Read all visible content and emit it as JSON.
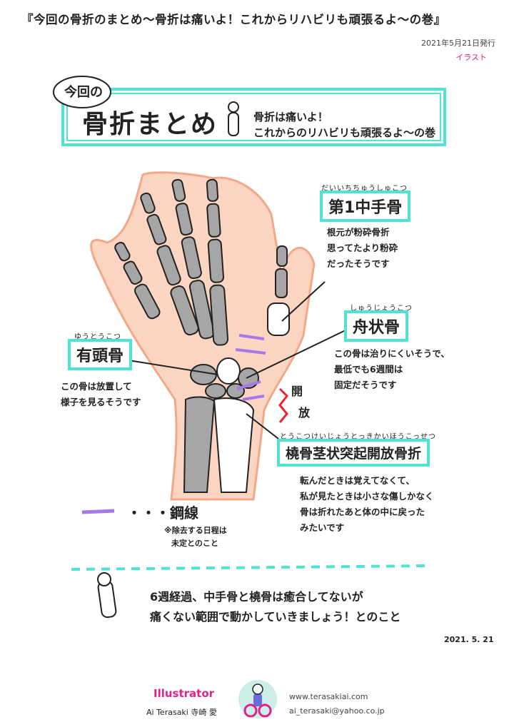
{
  "header": {
    "title": "『今回の骨折のまとめ〜骨折は痛いよ！これからリハビリも頑張るよ〜の巻』",
    "date": "2021年5月21日発行",
    "category": "イラスト"
  },
  "panel": {
    "bubble": "今回の",
    "title": "骨折まとめ",
    "sub1": "骨折は痛いよ！",
    "sub2": "これからのリハビリも頑張るよ〜の巻"
  },
  "labels": {
    "metacarpal": {
      "ruby": "だいいちちゅうしゅこつ",
      "name": "第1中手骨",
      "note": [
        "根元が粉砕骨折",
        "思ってたより粉砕",
        "だったそうです"
      ]
    },
    "scaphoid": {
      "ruby": "しゅうじょうこつ",
      "name": "舟状骨",
      "note": [
        "この骨は治りにくいそうで、",
        "最低でも6週間は",
        "固定だそうです"
      ]
    },
    "capitate": {
      "ruby": "ゆうとうこつ",
      "name": "有頭骨",
      "note": [
        "この骨は放置して",
        "様子を見るそうです"
      ]
    },
    "radius": {
      "ruby": "とうこつけいじょうとっきかいほうこっせつ",
      "name": "橈骨茎状突起開放骨折",
      "note": [
        "転んだときは覚えてなくて、",
        "私が見たときは小さな傷しかなく",
        "骨は折れたあと体の中に戻った",
        "みたいです"
      ]
    },
    "open": [
      "開",
      "放"
    ]
  },
  "legend": {
    "label": "・・・鋼線",
    "note1": "※除去する日程は",
    "note2": "未定とのこと"
  },
  "bottom": {
    "line1": "6週経過、中手骨と橈骨は癒合してないが",
    "line2": "痛くない範囲で動かしていきましょう！とのこと",
    "date": "2021. 5. 21"
  },
  "footer": {
    "title": "Illustrator",
    "name": "Ai Terasaki 寺崎 愛",
    "site": "www.terasakiai.com",
    "email": "ai_terasaki@yahoo.co.jp"
  },
  "colors": {
    "skin": "#fbd5c2",
    "skin_outline": "#f2a888",
    "bone": "#a6a6a6",
    "frame": "#4fe3d2",
    "wire": "#a678e8",
    "accent": "#e0218a",
    "open_mark": "#e8252f"
  }
}
